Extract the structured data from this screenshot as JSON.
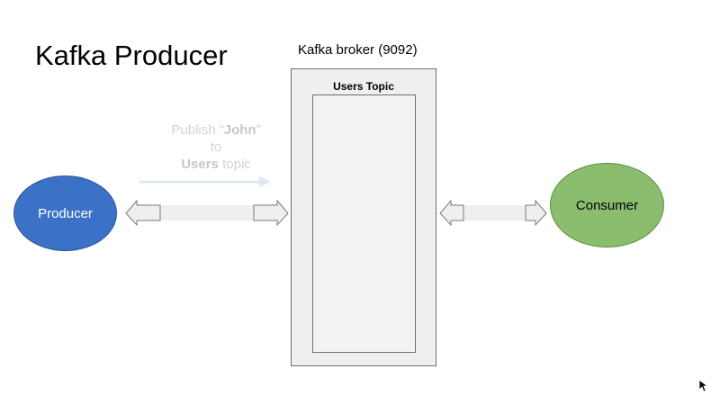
{
  "slide": {
    "title": "Kafka Producer",
    "broker_label": "Kafka broker (9092)",
    "topic_label": "Users Topic",
    "producer_label": "Producer",
    "consumer_label": "Consumer",
    "publish_annotation": {
      "line1_prefix": "Publish “",
      "line1_bold": "John",
      "line1_suffix": "”",
      "line2": "to",
      "line3_bold": "Users",
      "line3_suffix": " topic"
    }
  },
  "colors": {
    "producer_fill": "#3b71c7",
    "consumer_fill": "#8bbd6e",
    "broker_fill": "#efefef",
    "arrow_fill": "#efefef",
    "annotation_text": "#cfd3d6"
  },
  "icons": {
    "cursor": "mouse-pointer-icon"
  }
}
